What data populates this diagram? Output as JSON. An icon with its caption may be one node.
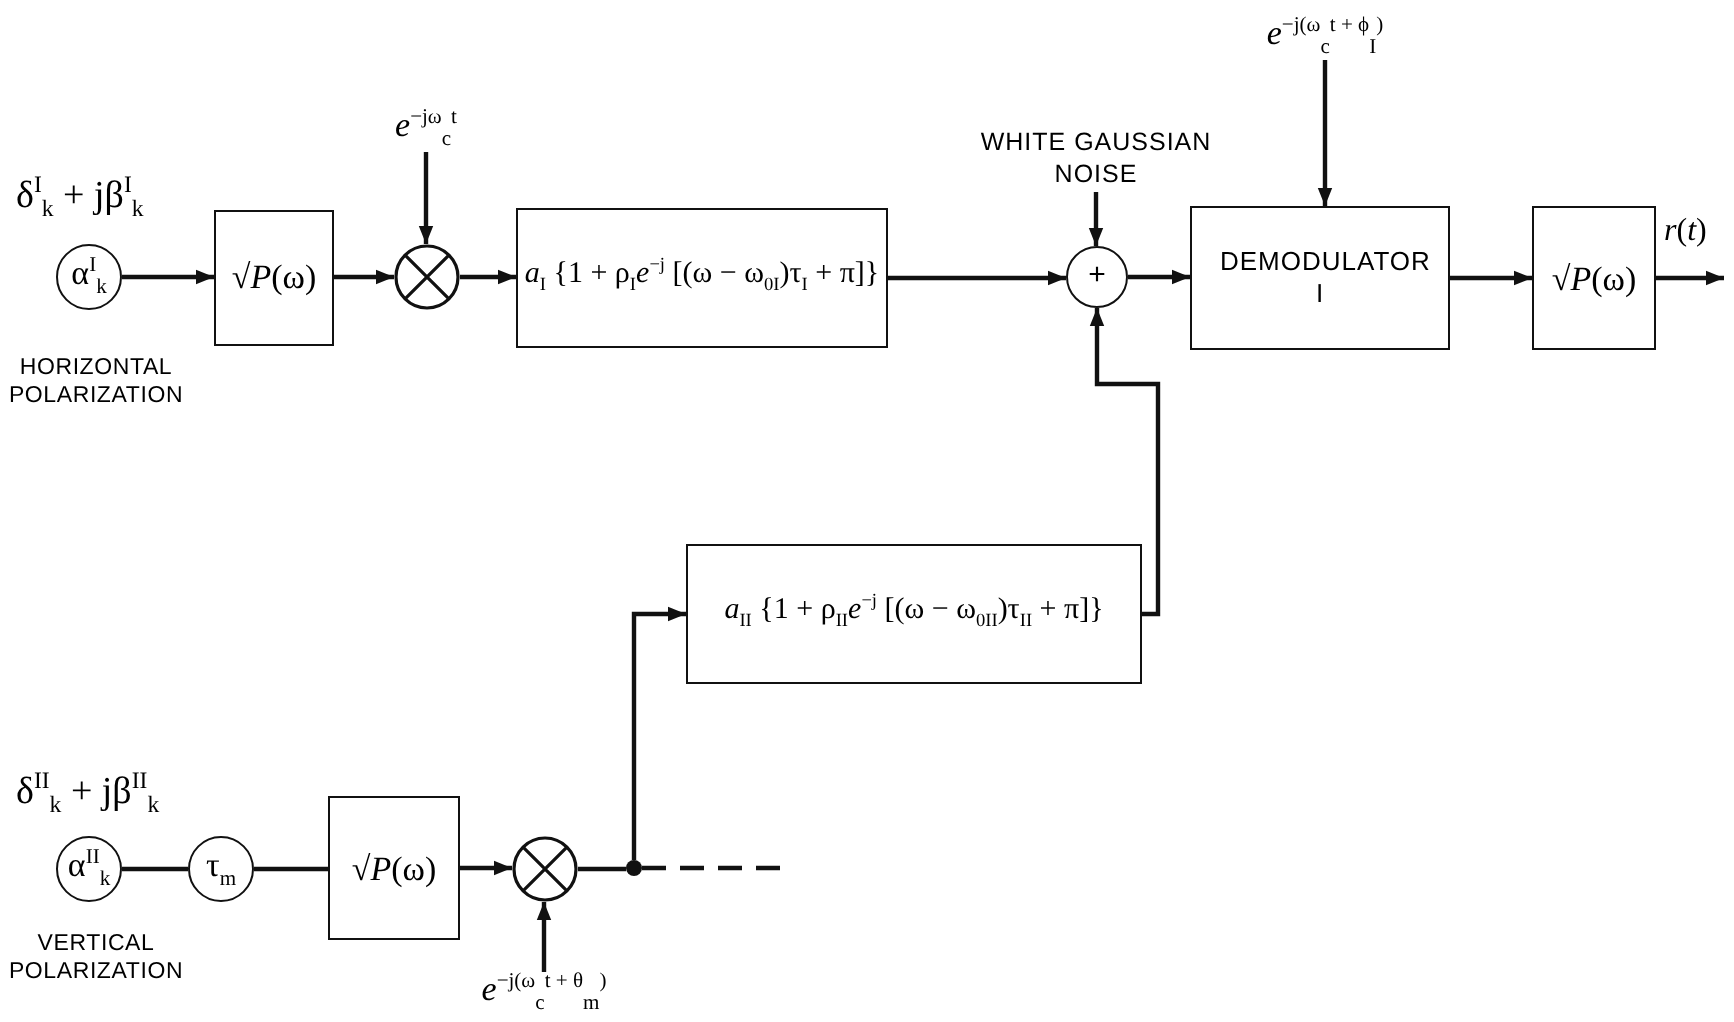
{
  "diagram": {
    "nodes": [
      {
        "text": [
          "α$^{I}$$_{k}$"
        ],
        "beside": [
          "δ$^{I}$$_{k}$ + jβ$^{I}$$_{k}$"
        ]
      },
      {
        "text": [
          "√*P*(ω)"
        ]
      },
      {
        "text": [],
        "shape": "circle"
      },
      {
        "text": [
          "*e*$^{−jω}$$_{c}$$^{t}$"
        ]
      },
      {
        "text": [
          "*a*$_{I}$ {1 + ρ$_{I}$*e*$^{−j}$ [(ω − ω$_{0I}$)τ$_{I}$ + π]}"
        ]
      },
      {
        "text": [
          "WHITE GAUSSIAN NOISE"
        ]
      },
      {
        "text": [
          "+"
        ]
      },
      {
        "text": [
          "*e*$^{−j(ω}$$_{c}$$^{t + ϕ}$$_{I}$$^{)}$"
        ]
      },
      {
        "text": [
          "DEMODULATOR I"
        ]
      },
      {
        "text": [
          "√*P*(ω)"
        ]
      },
      {
        "text": [
          "*a*$_{II}$ {1 + ρ$_{II}$*e*$^{−j}$ [(ω − ω$_{0II}$)τ$_{II}$ + π]}"
        ]
      },
      {
        "text": [
          "α$^{II}$$_{k}$"
        ],
        "beside": [
          "δ$^{II}$$_{k}$ + jβ$^{II}$$_{k}$"
        ]
      },
      {
        "text": [
          "τ$_{m}$"
        ]
      },
      {
        "text": [
          "√*P*(ω)"
        ]
      },
      {
        "text": [],
        "shape": "circle"
      },
      {
        "text": [
          "*e*$^{−j(ω}$$_{c}$$^{t + θ}$$_{m}$$^{)}$"
        ]
      },
      {
        "text": [],
        "shape": "dot"
      }
    ],
    "edges": [
      {
        "from": 0,
        "to": 1,
        "arrow": "to"
      },
      {
        "from": 1,
        "to": 2,
        "arrow": "to"
      },
      {
        "from": 3,
        "to": 2,
        "arrow": "to"
      },
      {
        "from": 2,
        "to": 4,
        "arrow": "to"
      },
      {
        "from": 4,
        "to": 6,
        "arrow": "to"
      },
      {
        "from": 5,
        "to": 6,
        "arrow": "to"
      },
      {
        "from": 6,
        "to": 8,
        "arrow": "to"
      },
      {
        "from": 7,
        "to": 8,
        "arrow": "to"
      },
      {
        "from": 8,
        "to": 9,
        "arrow": "to"
      },
      {
        "from": 9,
        "to": null,
        "arrow": "to",
        "label": "*r*(*t*)"
      },
      {
        "from": 10,
        "to": 6,
        "arrow": "to"
      },
      {
        "from": 11,
        "to": 12,
        "arrow": "none"
      },
      {
        "from": 12,
        "to": 13,
        "arrow": "none"
      },
      {
        "from": 13,
        "to": 14,
        "arrow": "to"
      },
      {
        "from": 15,
        "to": 14,
        "arrow": "to"
      },
      {
        "from": 14,
        "to": 16,
        "arrow": "none"
      },
      {
        "from": 16,
        "to": 10,
        "arrow": "to"
      },
      {
        "from": 16,
        "to": null,
        "arrow": "none",
        "style": "dashed"
      }
    ],
    "labels": [
      "HORIZONTAL POLARIZATION",
      "VERTICAL POLARIZATION"
    ]
  }
}
